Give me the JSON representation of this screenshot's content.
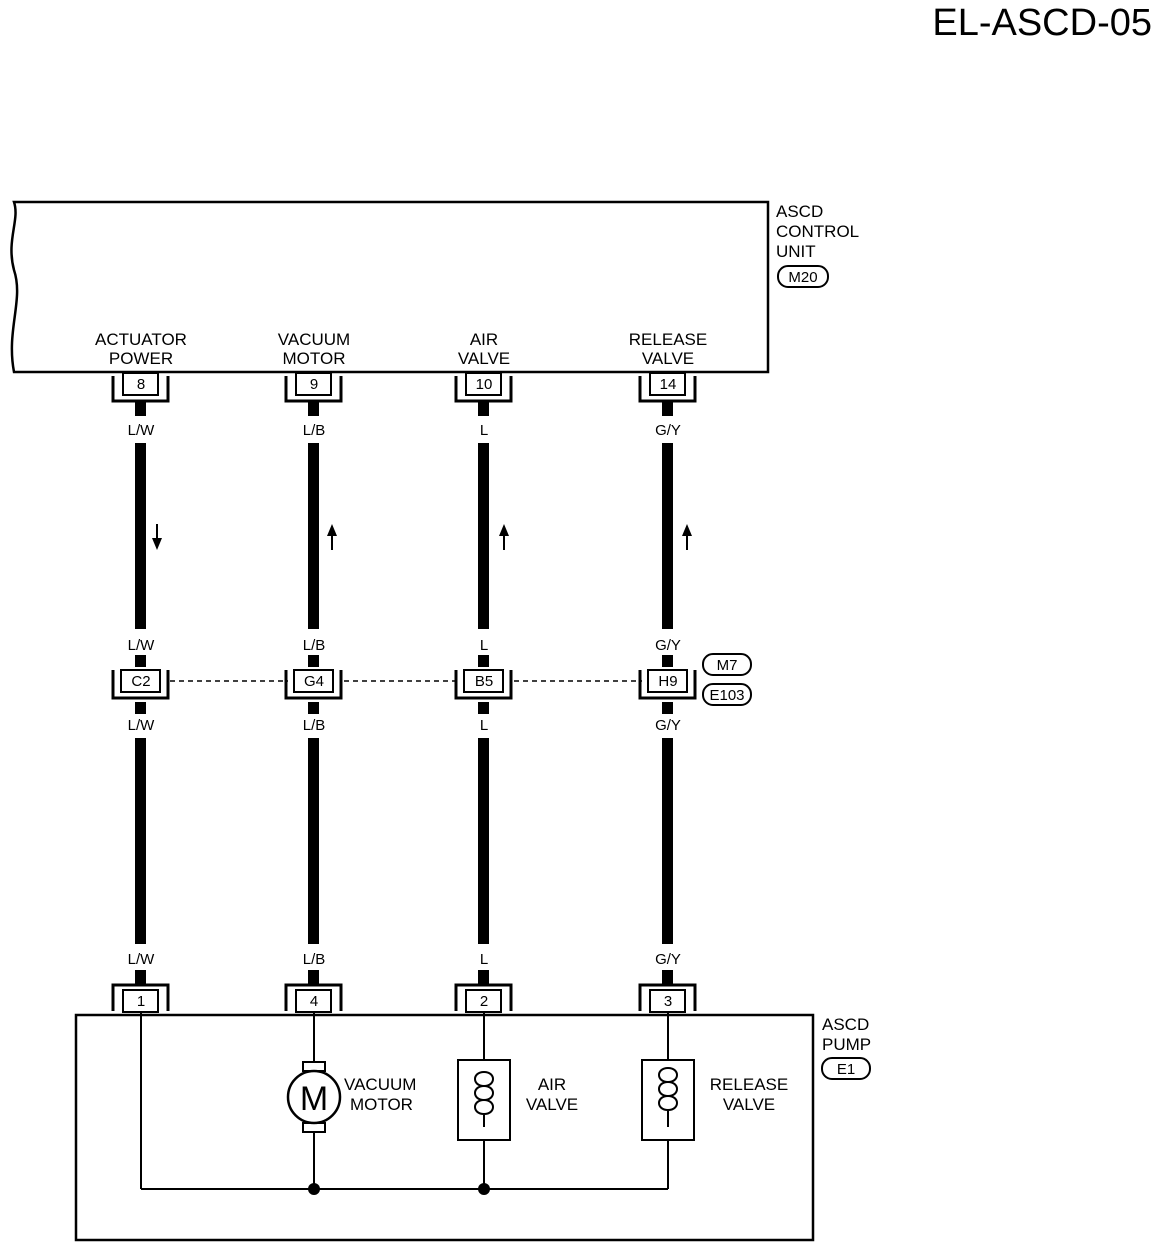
{
  "page_id": "EL-ASCD-05",
  "control_unit": {
    "name_lines": [
      "ASCD",
      "CONTROL",
      "UNIT"
    ],
    "connector": "M20",
    "terminals": [
      {
        "label_lines": [
          "ACTUATOR",
          "POWER"
        ],
        "pin": "8",
        "arrow": "down"
      },
      {
        "label_lines": [
          "VACUUM",
          "MOTOR"
        ],
        "pin": "9",
        "arrow": "up"
      },
      {
        "label_lines": [
          "AIR",
          "VALVE"
        ],
        "pin": "10",
        "arrow": "up"
      },
      {
        "label_lines": [
          "RELEASE",
          "VALVE"
        ],
        "pin": "14",
        "arrow": "up"
      }
    ]
  },
  "wires": [
    "L/W",
    "L/B",
    "L",
    "G/Y"
  ],
  "joint_connector": {
    "cavities": [
      "C2",
      "G4",
      "B5",
      "H9"
    ],
    "connectors": [
      "M7",
      "E103"
    ]
  },
  "pump": {
    "name_lines": [
      "ASCD",
      "PUMP"
    ],
    "connector": "E1",
    "pins": [
      "1",
      "4",
      "2",
      "3"
    ],
    "components": [
      {
        "symbol": "M",
        "label_lines": [
          "VACUUM",
          "MOTOR"
        ]
      },
      {
        "label_lines": [
          "AIR",
          "VALVE"
        ]
      },
      {
        "label_lines": [
          "RELEASE",
          "VALVE"
        ]
      }
    ]
  }
}
